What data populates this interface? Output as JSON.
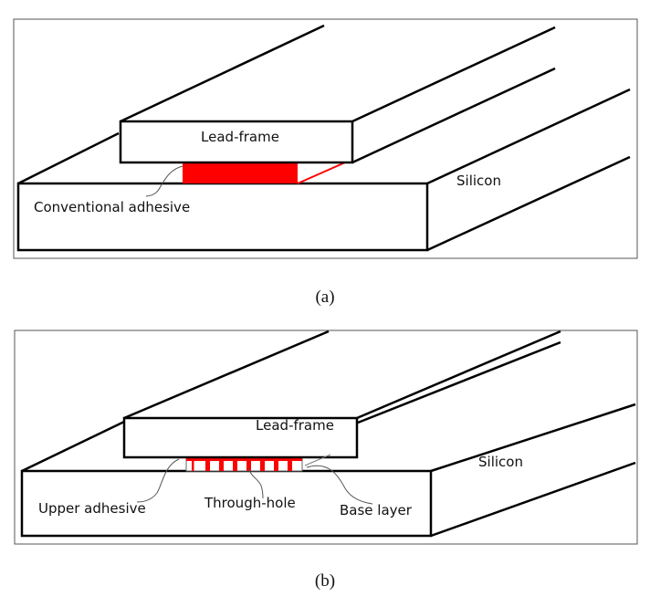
{
  "figure_a": {
    "caption": "(a)",
    "labels": {
      "lead_frame": "Lead-frame",
      "silicon": "Silicon",
      "adhesive": "Conventional adhesive"
    }
  },
  "figure_b": {
    "caption": "(b)",
    "labels": {
      "lead_frame": "Lead-frame",
      "silicon": "Silicon",
      "upper_adhesive": "Upper adhesive",
      "through_hole": "Through-hole",
      "base_layer": "Base layer"
    }
  },
  "colors": {
    "adhesive": "#ff0000",
    "outline": "#000000"
  }
}
